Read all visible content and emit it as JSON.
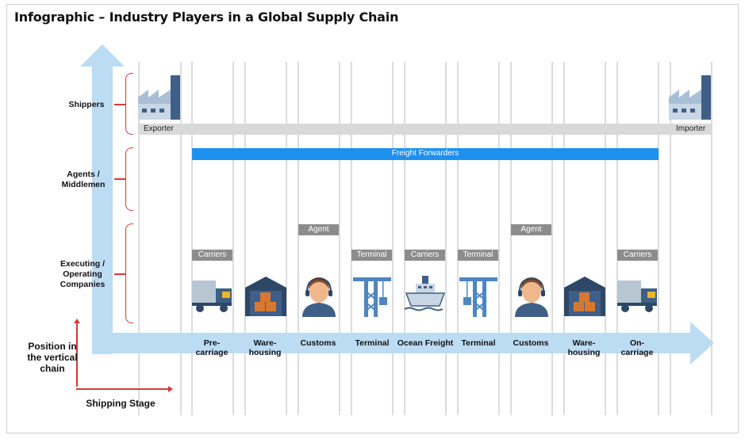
{
  "title": "Infographic – Industry Players in a Global Supply Chain",
  "rows": {
    "shippers": "Shippers",
    "agents": "Agents / Middlemen",
    "executing": "Executing / Operating Companies"
  },
  "bars": {
    "exporter": "Exporter",
    "importer": "Importer",
    "freight_forwarders": "Freight Forwarders"
  },
  "tags": {
    "carriers_1": "Carriers",
    "agent_1": "Agent",
    "terminal_1": "Terminal",
    "carriers_2": "Carriers",
    "terminal_2": "Terminal",
    "agent_2": "Agent",
    "carriers_3": "Carriers"
  },
  "stages": {
    "pre_carriage": "Pre- carriage",
    "warehousing_1": "Ware- housing",
    "customs_1": "Customs",
    "terminal_1": "Terminal",
    "ocean_freight": "Ocean Freight",
    "terminal_2": "Terminal",
    "customs_2": "Customs",
    "warehousing_2": "Ware- housing",
    "on_carriage": "On- carriage"
  },
  "axes": {
    "vertical": "Position in the vertical chain",
    "horizontal": "Shipping Stage"
  },
  "colors": {
    "arrow": "#bcdcf4",
    "freight_bar": "#1e90f0",
    "tag": "#8c8c8c",
    "bracket": "#d33a3a"
  }
}
